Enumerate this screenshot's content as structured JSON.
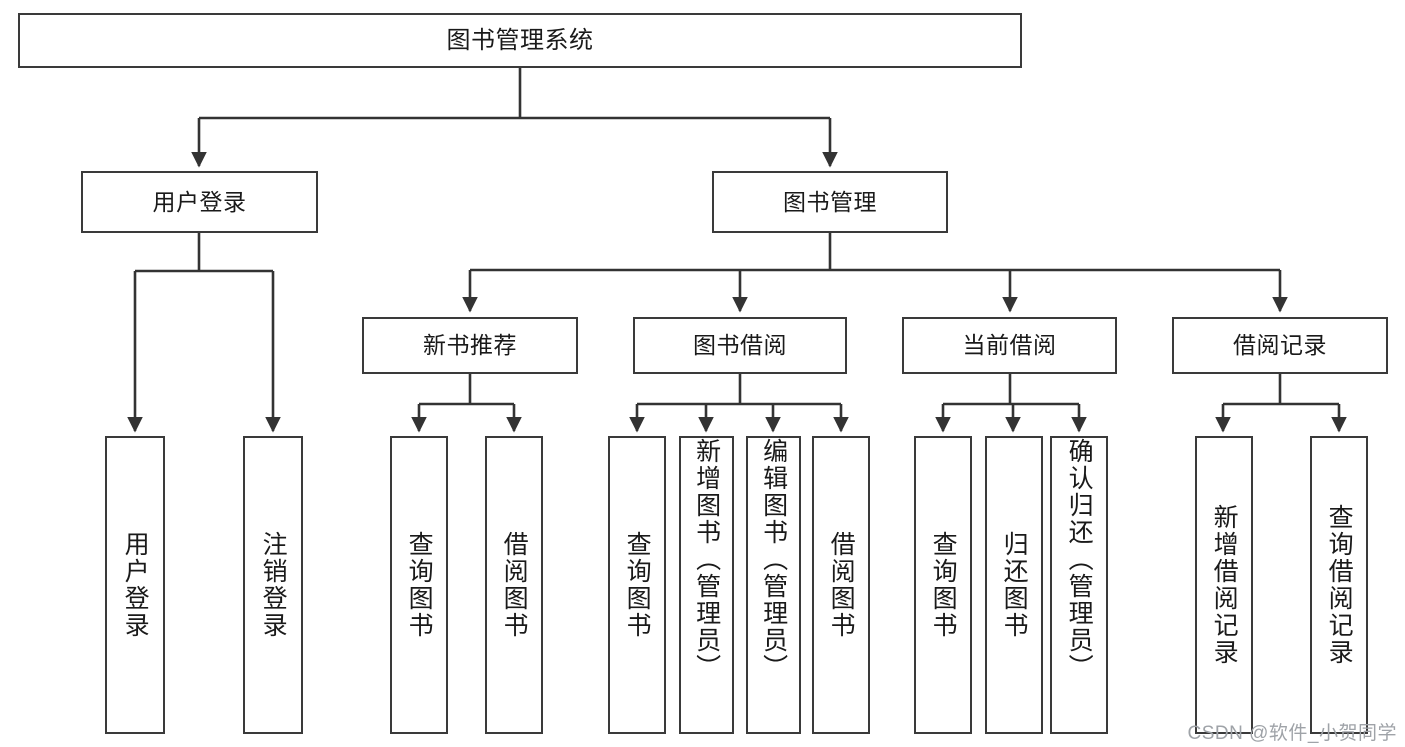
{
  "diagram": {
    "title": "图书管理系统",
    "type": "tree",
    "theme": {
      "border_color": "#3a3a3a",
      "text_color": "#1a1a1a",
      "background": "#ffffff",
      "edge_color": "#333333",
      "watermark_color": "#9fa3a8"
    },
    "nodes": {
      "root": {
        "label": "图书管理系统"
      },
      "level2": [
        {
          "label": "用户登录"
        },
        {
          "label": "图书管理"
        }
      ],
      "level3": [
        {
          "label": "新书推荐"
        },
        {
          "label": "图书借阅"
        },
        {
          "label": "当前借阅"
        },
        {
          "label": "借阅记录"
        }
      ],
      "leaves": {
        "user_login": [
          {
            "label": "用户登录"
          },
          {
            "label": "注销登录"
          }
        ],
        "new_book_recommend": [
          {
            "label": "查询图书"
          },
          {
            "label": "借阅图书"
          }
        ],
        "book_borrow": [
          {
            "label": "查询图书"
          },
          {
            "label": "新增图书（管理员）"
          },
          {
            "label": "编辑图书（管理员）"
          },
          {
            "label": "借阅图书"
          }
        ],
        "current_borrow": [
          {
            "label": "查询图书"
          },
          {
            "label": "归还图书"
          },
          {
            "label": "确认归还（管理员）"
          }
        ],
        "borrow_record": [
          {
            "label": "新增借阅记录"
          },
          {
            "label": "查询借阅记录"
          }
        ]
      }
    }
  },
  "watermark": {
    "text": "CSDN @软件_小贺同学"
  }
}
